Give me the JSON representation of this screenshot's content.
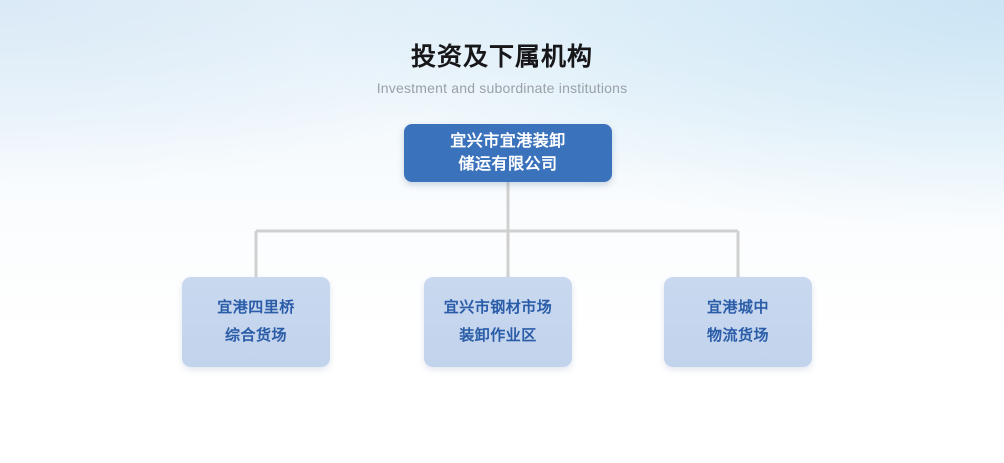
{
  "header": {
    "title": "投资及下属机构",
    "subtitle": "Investment and subordinate institutions"
  },
  "chart": {
    "type": "org-chart",
    "root": {
      "lines": [
        "宜兴市宜港装卸",
        "储运有限公司"
      ],
      "fill_color": "#3a72bc",
      "text_color": "#ffffff"
    },
    "children": [
      {
        "lines": [
          "宜港四里桥",
          "综合货场"
        ],
        "fill_color": "#c3d4ee",
        "text_color": "#2a5ca8"
      },
      {
        "lines": [
          "宜兴市钢材市场",
          "装卸作业区"
        ],
        "fill_color": "#c3d4ee",
        "text_color": "#2a5ca8"
      },
      {
        "lines": [
          "宜港城中",
          "物流货场"
        ],
        "fill_color": "#c3d4ee",
        "text_color": "#2a5ca8"
      }
    ],
    "connector_color": "#d0d0d0"
  }
}
